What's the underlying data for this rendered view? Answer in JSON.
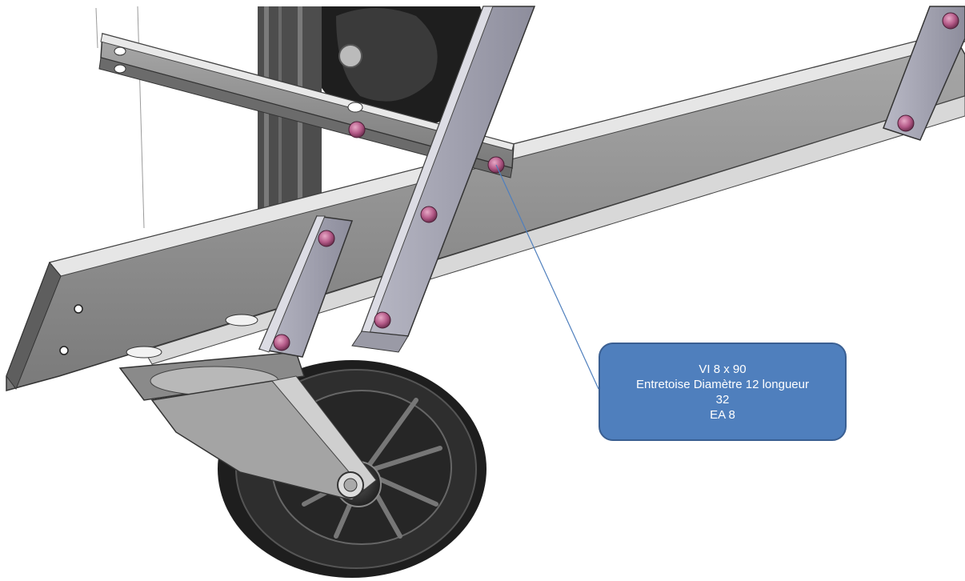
{
  "callout": {
    "line1": "VI 8 x 90",
    "line2": "Entretoise Diamètre 12 longueur",
    "line3": "32",
    "line4": "EA 8"
  },
  "colors": {
    "callout_fill": "#4f7fbd",
    "callout_border": "#3a5f92",
    "leader_line": "#4f7fbd",
    "frame_metal": "#8f8f8f",
    "bolt_head": "#b45a88",
    "tire": "#1e1e1e"
  }
}
